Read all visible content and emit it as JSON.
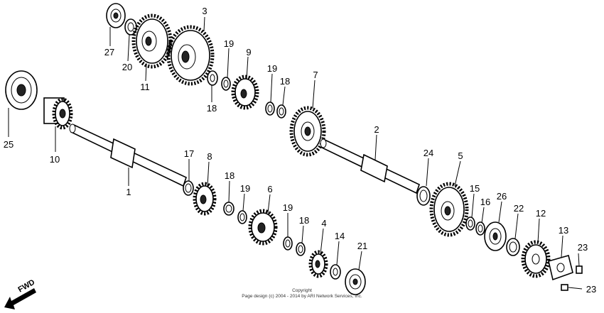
{
  "diagram": {
    "callouts": [
      "1",
      "2",
      "3",
      "4",
      "5",
      "6",
      "7",
      "8",
      "9",
      "10",
      "11",
      "12",
      "13",
      "14",
      "15",
      "16",
      "17",
      "18",
      "19",
      "20",
      "21",
      "22",
      "23",
      "24",
      "25",
      "26",
      "27"
    ],
    "fwd_label": "FWD",
    "copyright_line1": "Copyright",
    "copyright_line2": "Page design (c) 2004 - 2014 by ARI Network Services, Inc."
  }
}
